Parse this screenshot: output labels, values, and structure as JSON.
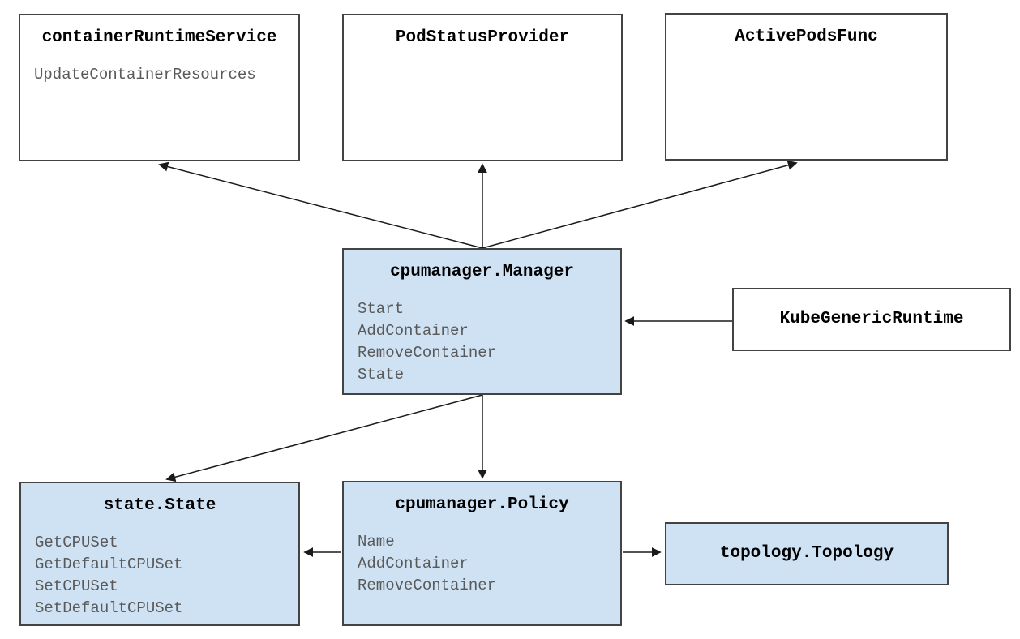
{
  "diagram": {
    "background": "#ffffff",
    "colors": {
      "highlight_fill": "#cfe2f3",
      "plain_fill": "#ffffff",
      "border": "#434343",
      "title_text": "#000000",
      "method_text": "#595959",
      "arrow": "#1a1a1a"
    },
    "boxes": [
      {
        "name": "containerRuntimeService",
        "title": "containerRuntimeService",
        "methods": [
          "UpdateContainerResources"
        ],
        "highlighted": false
      },
      {
        "name": "PodStatusProvider",
        "title": "PodStatusProvider",
        "methods": [],
        "highlighted": false
      },
      {
        "name": "ActivePodsFunc",
        "title": "ActivePodsFunc",
        "methods": [],
        "highlighted": false
      },
      {
        "name": "cpumanager.Manager",
        "title": "cpumanager.Manager",
        "methods": [
          "Start",
          "AddContainer",
          "RemoveContainer",
          "State"
        ],
        "highlighted": true
      },
      {
        "name": "KubeGenericRuntime",
        "title": "KubeGenericRuntime",
        "methods": [],
        "highlighted": false
      },
      {
        "name": "state.State",
        "title": "state.State",
        "methods": [
          "GetCPUSet",
          "GetDefaultCPUSet",
          "SetCPUSet",
          "SetDefaultCPUSet"
        ],
        "highlighted": true
      },
      {
        "name": "cpumanager.Policy",
        "title": "cpumanager.Policy",
        "methods": [
          "Name",
          "AddContainer",
          "RemoveContainer"
        ],
        "highlighted": true
      },
      {
        "name": "topology.Topology",
        "title": "topology.Topology",
        "methods": [],
        "highlighted": true
      }
    ],
    "edges": [
      {
        "from": "cpumanager.Manager",
        "to": "containerRuntimeService"
      },
      {
        "from": "cpumanager.Manager",
        "to": "PodStatusProvider"
      },
      {
        "from": "cpumanager.Manager",
        "to": "ActivePodsFunc"
      },
      {
        "from": "KubeGenericRuntime",
        "to": "cpumanager.Manager"
      },
      {
        "from": "cpumanager.Manager",
        "to": "state.State"
      },
      {
        "from": "cpumanager.Manager",
        "to": "cpumanager.Policy"
      },
      {
        "from": "cpumanager.Policy",
        "to": "state.State"
      },
      {
        "from": "cpumanager.Policy",
        "to": "topology.Topology"
      }
    ]
  }
}
